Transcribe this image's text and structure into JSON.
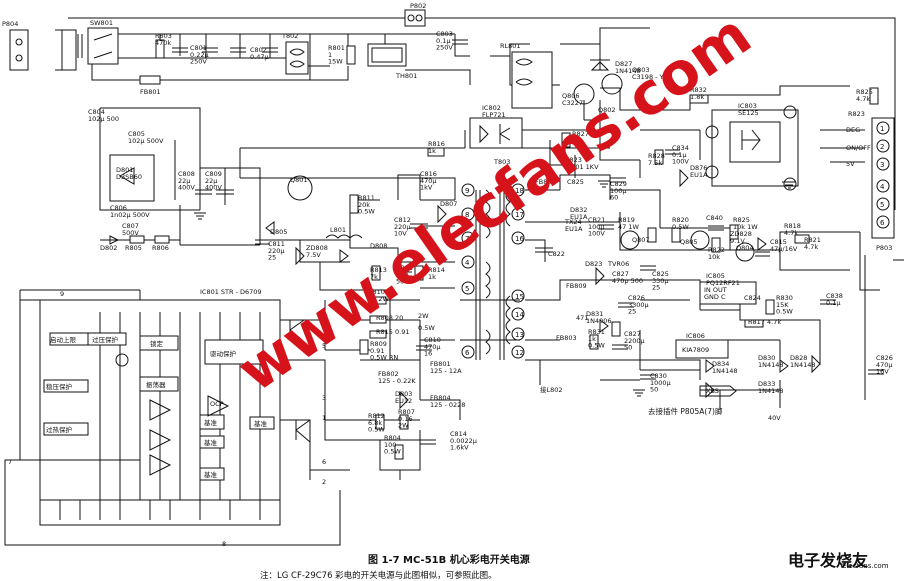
{
  "caption": {
    "title": "图 1-7   MC-51B 机心彩电开关电源",
    "note": "注：LG CF-29C76 彩电的开关电源与此图相似，可参照此图。"
  },
  "watermark": {
    "text": "www.elecfans.com"
  },
  "logo": {
    "text": "电子发烧友",
    "url": "Elecfans.com"
  },
  "labels": {
    "outlet": "P804",
    "switch": "SW801",
    "fuse_top": "P802",
    "fb801": "FB801",
    "r803": "R803\n470k",
    "c801": "C801\n0.22μ\n250V",
    "c802": "C802\n0.47μ",
    "t802": "T802",
    "r801": "R801\n1\n15W",
    "c803": "C803\n0.1μ\n250V",
    "th801": "TH801",
    "rl801": "RL801",
    "d827": "D827\n1N4148",
    "q803": "Q803\nC3198 - Y",
    "q806": "Q806\nC3227",
    "r832": "R832\n1.8k",
    "r825": "R825\n4.7k",
    "c804": "C804\n102μ  500",
    "c805": "C805\n102μ 500V",
    "d801": "D801\nD3SB60",
    "c806": "C806\n1n02μ 500V",
    "c807": "C807\n500V",
    "d802": "D802",
    "r805": "R805",
    "r806": "R806",
    "c808": "C808\n22μ\n400V",
    "c809": "C809\n22μ\n400V",
    "ic802": "IC802\nFLP721",
    "r827": "R827\n2k",
    "t803": "T803",
    "r816": "R816\n1k",
    "c834": "C834\n0.1μ\n100V",
    "r828": "R828\n7.5k",
    "d876": "D876\nEU1A",
    "ic803": "IC803\nSE125",
    "deg": "DEG",
    "on_off": "ON/OFF",
    "v5": "5V",
    "p803": "P803",
    "q801": "Q801",
    "r811": "R811\n20k\n0.5W",
    "c816": "C816\n470μ\n1kV",
    "d807": "D807",
    "c812": "C812\n220μ\n10V",
    "fb806": "FB806",
    "c823": "C823\n0.001 1KV",
    "c825": "C825",
    "d832": "D832\nEU1A",
    "tx24": "TX24\nEU1A",
    "c829": "C829\n100μ\n60",
    "cb21": "CB21\n100μ\n100V",
    "r819": "R819\n47 1W",
    "r820": "R820\n0.5W",
    "c840": "C840",
    "r825b": "R825\n10k 1W",
    "zd828": "ZD828\n9.1V",
    "r818": "R818\n4.7k",
    "r821": "R821\n4.7k",
    "q807": "Q807",
    "q805": "Q805",
    "r822": "R822\n10k",
    "q804": "Q804",
    "c815": "C815\n47μ/16V",
    "d805": "D805",
    "c811": "C811\n220μ\n25",
    "l801": "L801",
    "zd808": "ZD808\n7.5V",
    "d808": "D808",
    "c822": "C822",
    "d823": "D823",
    "tvr": "TVR06",
    "c827": "C827\n470p 500",
    "fb809": "FB809",
    "c825b": "C825\n330μ\n25",
    "ic805": "IC805\nPQ12RF21",
    "ic805_pins": "IN  OUT\nGND  C",
    "c824": "C824",
    "r830": "R830\n15K\n0.5W",
    "c838": "C838\n0.1μ",
    "r813": "R813\n7k",
    "c813": "C813\n102\n50",
    "r814": "R814\n1k",
    "r810": "R810\n15  2W",
    "r808": "R808  20",
    "r815": "R815  0.91",
    "r809": "R809\n0.91\n0.5W  RN",
    "w2": "2W",
    "w05": "0.5W",
    "c810": "C810\n470μ\n16",
    "fb802": "FB802\n125 - 0.22K",
    "fb803": "FB803",
    "d831": "D831\n1N4006",
    "c826": "C826\n3300μ\n25",
    "r831": "R831\n1k\n0.5W",
    "c827b": "C827\n2200μ\n50",
    "v471": "471",
    "ic806": "IC806",
    "kia": "KIA7809",
    "d834": "D834\n1N4148",
    "d830": "D830\n1N4148",
    "d828": "D828\n1N4148",
    "d833": "D833\n1N4148",
    "c826b": "C826\n470μ\n16V",
    "xbs": "XBS",
    "v40": "40V",
    "r817": "R817 4.7k",
    "ic801": "IC801          STR - D6709",
    "start_circuit": "启动上限",
    "ovp": "过压保护",
    "latch": "锁定",
    "drive": "驱动保护",
    "osc": "振荡器",
    "regulate": "稳压保护",
    "thermal": "过热保护",
    "ocp": "OCP",
    "ref": "基准",
    "ref2": "基准",
    "ref3": "基准",
    "buffer": "基准",
    "r812": "R812\n6.8k\n0.5W",
    "r807": "R807\n0.16\n2W",
    "r804": "R804\n100\n0.5W",
    "d803": "D803\nEU12",
    "fb804": "FB804\n125 - 0228",
    "fb801b": "FB801\n125 - 12A",
    "c814": "C814\n0.0022μ\n1.6kV",
    "to_l802": "接L802",
    "to_p805": "去接插件 P805A(7)脚",
    "c830": "C830\n1000μ\n50",
    "r823": "R823",
    "q802": "Q802",
    "n9": "9",
    "n7": "7",
    "n8": "8",
    "n5": "5",
    "n6": "6",
    "n3": "3",
    "n2": "2",
    "n1": "1",
    "n4": "4"
  }
}
